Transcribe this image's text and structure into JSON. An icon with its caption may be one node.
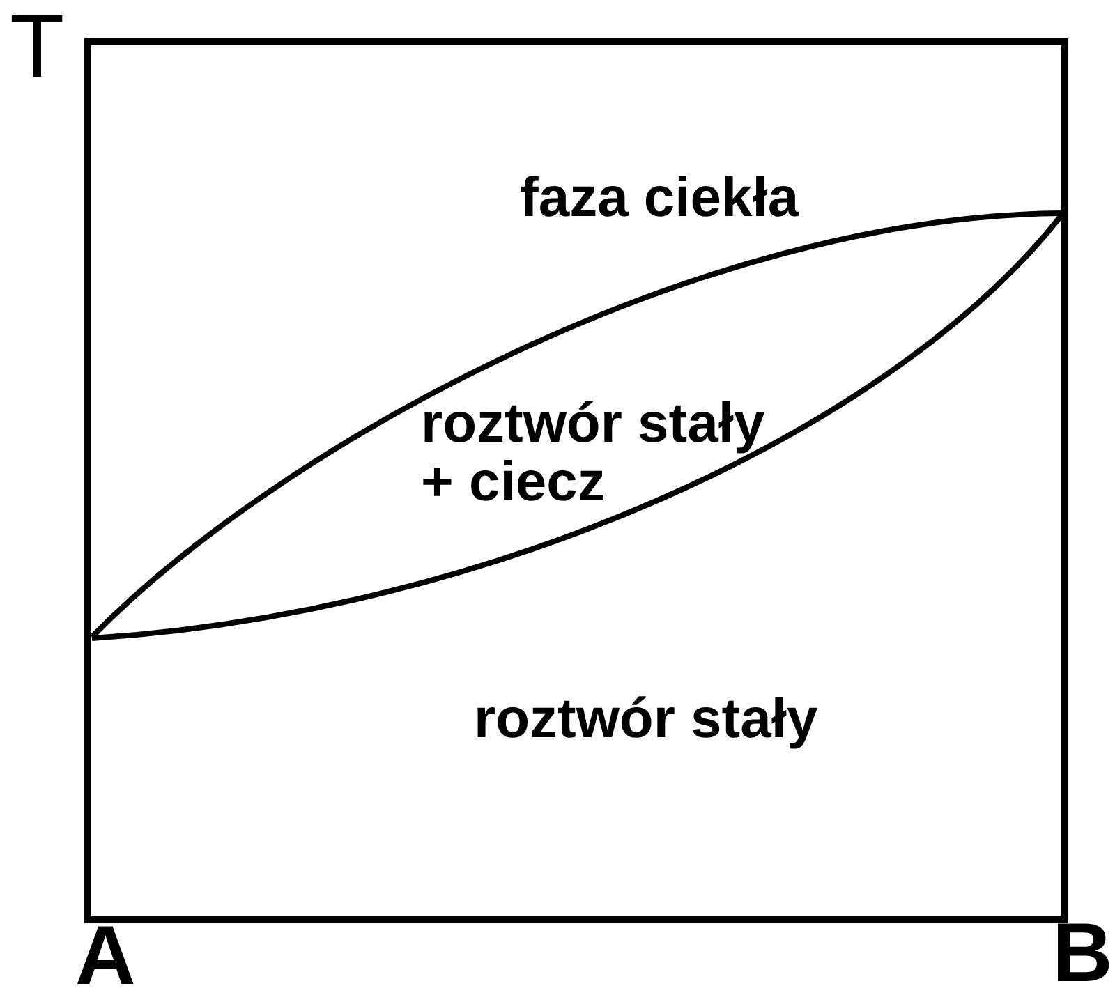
{
  "diagram": {
    "labels": [
      "T",
      "faza ciekła",
      "roztwór stały + ciecz",
      "roztwór stały",
      "A",
      "B"
    ]
  }
}
